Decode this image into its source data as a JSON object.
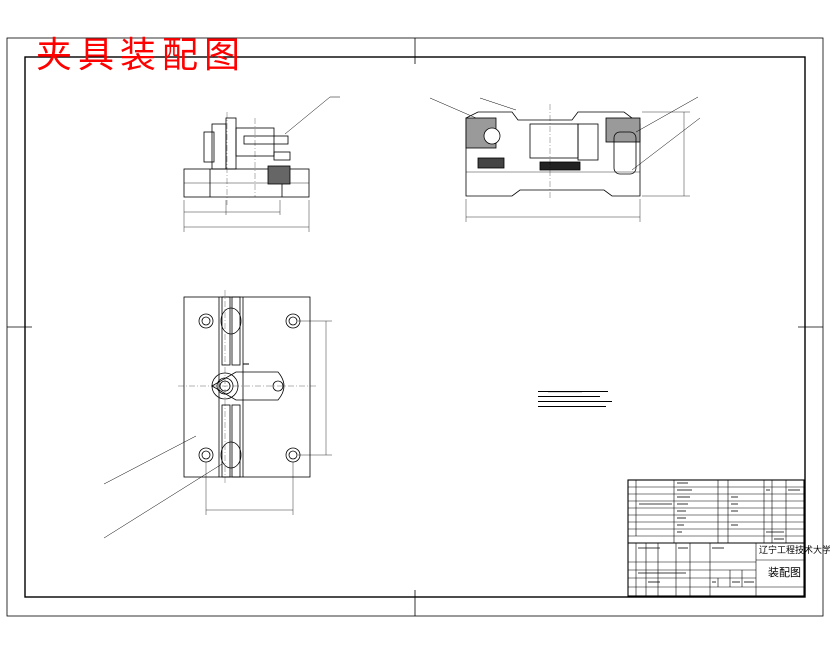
{
  "drawing": {
    "title": "夹具装配图",
    "title_color": "#ff0000",
    "line_color": "#000000"
  },
  "title_block": {
    "school": "辽宁工程技术大学",
    "drawing_name": "装配图"
  }
}
